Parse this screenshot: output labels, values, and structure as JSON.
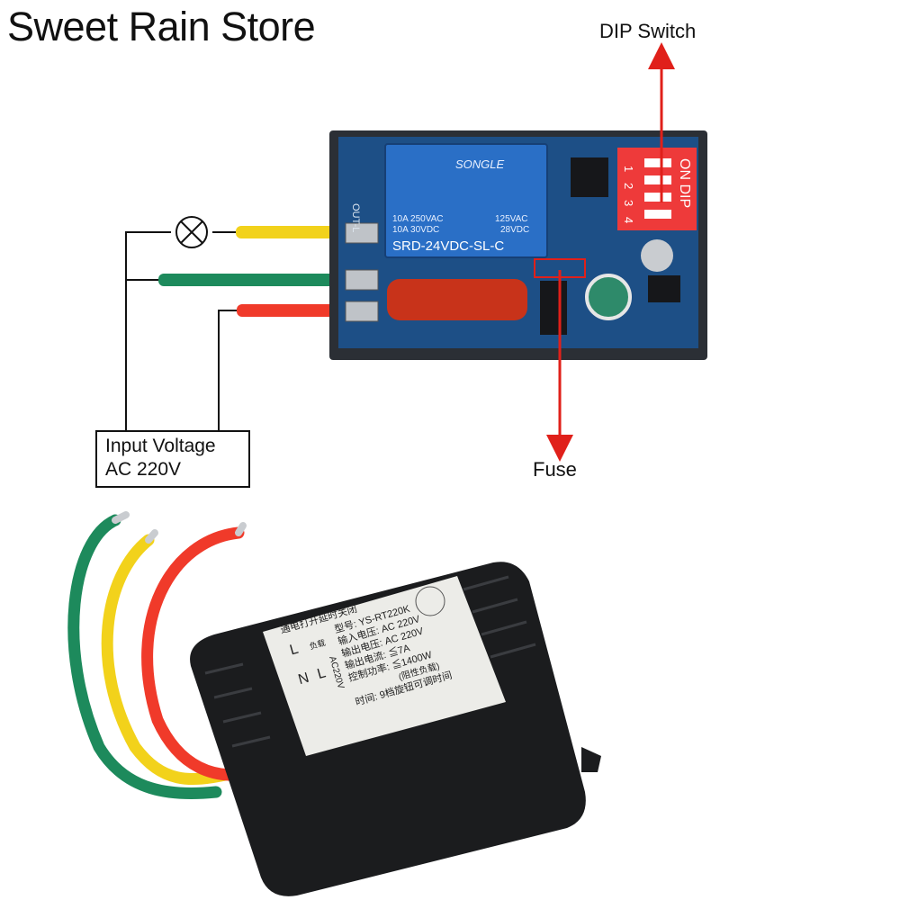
{
  "store_name": "Sweet Rain Store",
  "callouts": {
    "dip_switch": "DIP Switch",
    "fuse": "Fuse"
  },
  "input_box": {
    "line1": "Input Voltage",
    "line2": "AC 220V"
  },
  "board": {
    "out_label": "OUT-L",
    "relay": {
      "brand": "SONGLE",
      "rating_left_1": "10A 250VAC",
      "rating_left_2": "10A 30VDC",
      "rating_right_1": "125VAC",
      "rating_right_2": "28VDC",
      "model": "SRD-24VDC-SL-C"
    },
    "dip": {
      "on_text": "ON DIP",
      "numbers": [
        "1",
        "2",
        "3",
        "4"
      ]
    }
  },
  "module_label": {
    "title": "通电打开延时关闭",
    "lines": [
      "型号: YS-RT220K",
      "输入电压: AC 220V",
      "输出电压: AC 220V",
      "输出电流: ≦7A",
      "控制功率: ≦1400W",
      "(阻性负载)",
      "时间: 9档旋钮可调时间"
    ],
    "side_text": "AC220V",
    "terminals": [
      "L",
      "N",
      "L"
    ],
    "load_text": "负载"
  },
  "colors": {
    "wire_yellow": "#f2d21b",
    "wire_green": "#1d8a5c",
    "wire_red": "#f03a2a",
    "arrow_red": "#e0201a",
    "board_blue": "#1d4f86",
    "relay_blue": "#2a6fc6",
    "dip_red": "#ee3a3a",
    "capacitor_red": "#c8331a",
    "module_black": "#1b1c1e"
  }
}
